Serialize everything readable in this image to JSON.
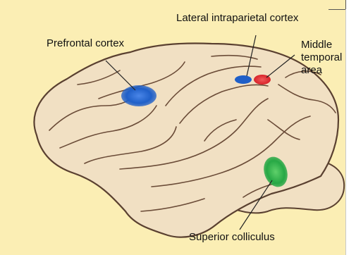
{
  "labels": {
    "prefrontal": "Prefrontal cortex",
    "lip": "Lateral intraparietal cortex",
    "mt_line1": "Middle",
    "mt_line2": "temporal",
    "mt_line3": "area",
    "sc": "Superior colliculus"
  },
  "colors": {
    "background": "#fbeeb4",
    "brain_fill": "#f1e0c3",
    "brain_outline": "#5a4030",
    "blue_region": "#1f5fc8",
    "red_region": "#d8232a",
    "green_region": "#27a845"
  }
}
